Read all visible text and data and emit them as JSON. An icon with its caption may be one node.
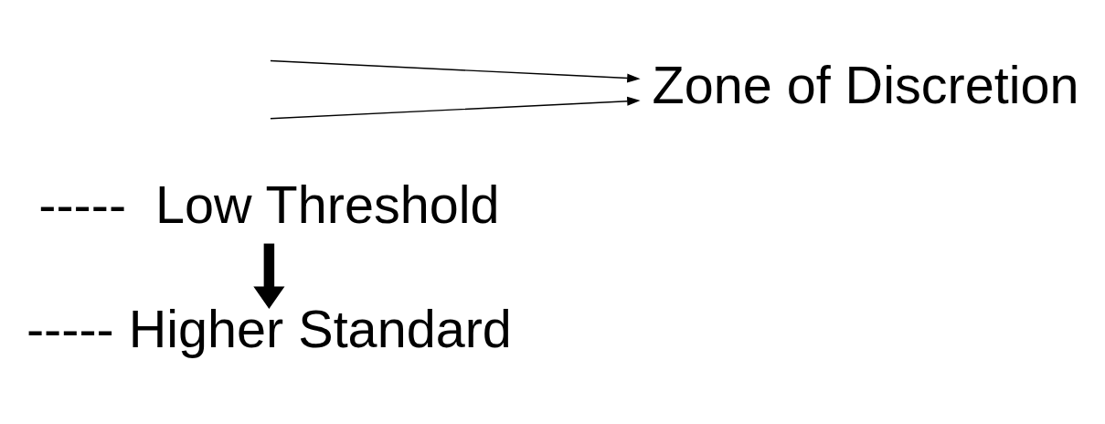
{
  "diagram": {
    "nodes": [
      {
        "text": [
          "----- Higher Standard"
        ]
      },
      {
        "text": [
          "-----  Low Threshold"
        ]
      },
      {
        "text": [
          "Zone of Discretion"
        ]
      }
    ],
    "edges": [
      {
        "from": 1,
        "to": 0,
        "arrow": "to",
        "style": "thick"
      },
      {
        "from": null,
        "to": 2,
        "arrow": "to"
      },
      {
        "from": null,
        "to": 2,
        "arrow": "to"
      }
    ]
  }
}
